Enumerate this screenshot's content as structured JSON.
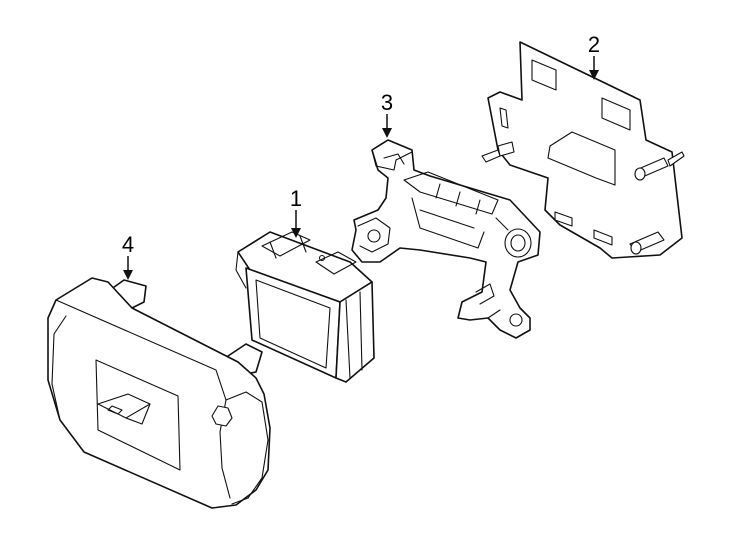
{
  "diagram": {
    "callouts": [
      {
        "id": "part-1",
        "label": "1"
      },
      {
        "id": "part-2",
        "label": "2"
      },
      {
        "id": "part-3",
        "label": "3"
      },
      {
        "id": "part-4",
        "label": "4"
      }
    ]
  }
}
